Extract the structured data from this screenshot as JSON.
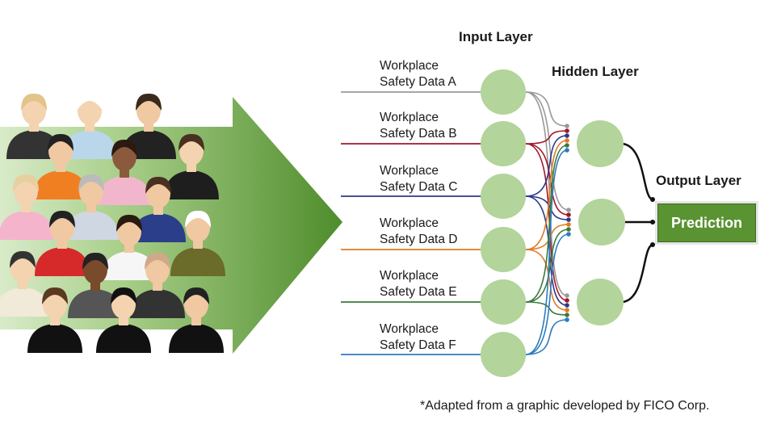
{
  "titles": {
    "input_layer": "Input Layer",
    "hidden_layer": "Hidden Layer",
    "output_layer": "Output Layer"
  },
  "inputs": [
    {
      "line1": "Workplace",
      "line2": "Safety Data A",
      "color": "#999999"
    },
    {
      "line1": "Workplace",
      "line2": "Safety Data B",
      "color": "#a3162a"
    },
    {
      "line1": "Workplace",
      "line2": "Safety Data C",
      "color": "#2b3a8a"
    },
    {
      "line1": "Workplace",
      "line2": "Safety Data D",
      "color": "#e07a22"
    },
    {
      "line1": "Workplace",
      "line2": "Safety Data E",
      "color": "#3c7a3a"
    },
    {
      "line1": "Workplace",
      "line2": "Safety Data F",
      "color": "#2f7bbf"
    }
  ],
  "output": {
    "label": "Prediction"
  },
  "footnote": "*Adapted from a graphic developed by FICO Corp.",
  "colors": {
    "node_fill": "#b3d49a",
    "arrow_dark": "#4f8d2c",
    "arrow_light": "#a9cf8a",
    "prediction_bg": "#5a9332"
  },
  "people_icons": "crowd-of-workers-illustration"
}
